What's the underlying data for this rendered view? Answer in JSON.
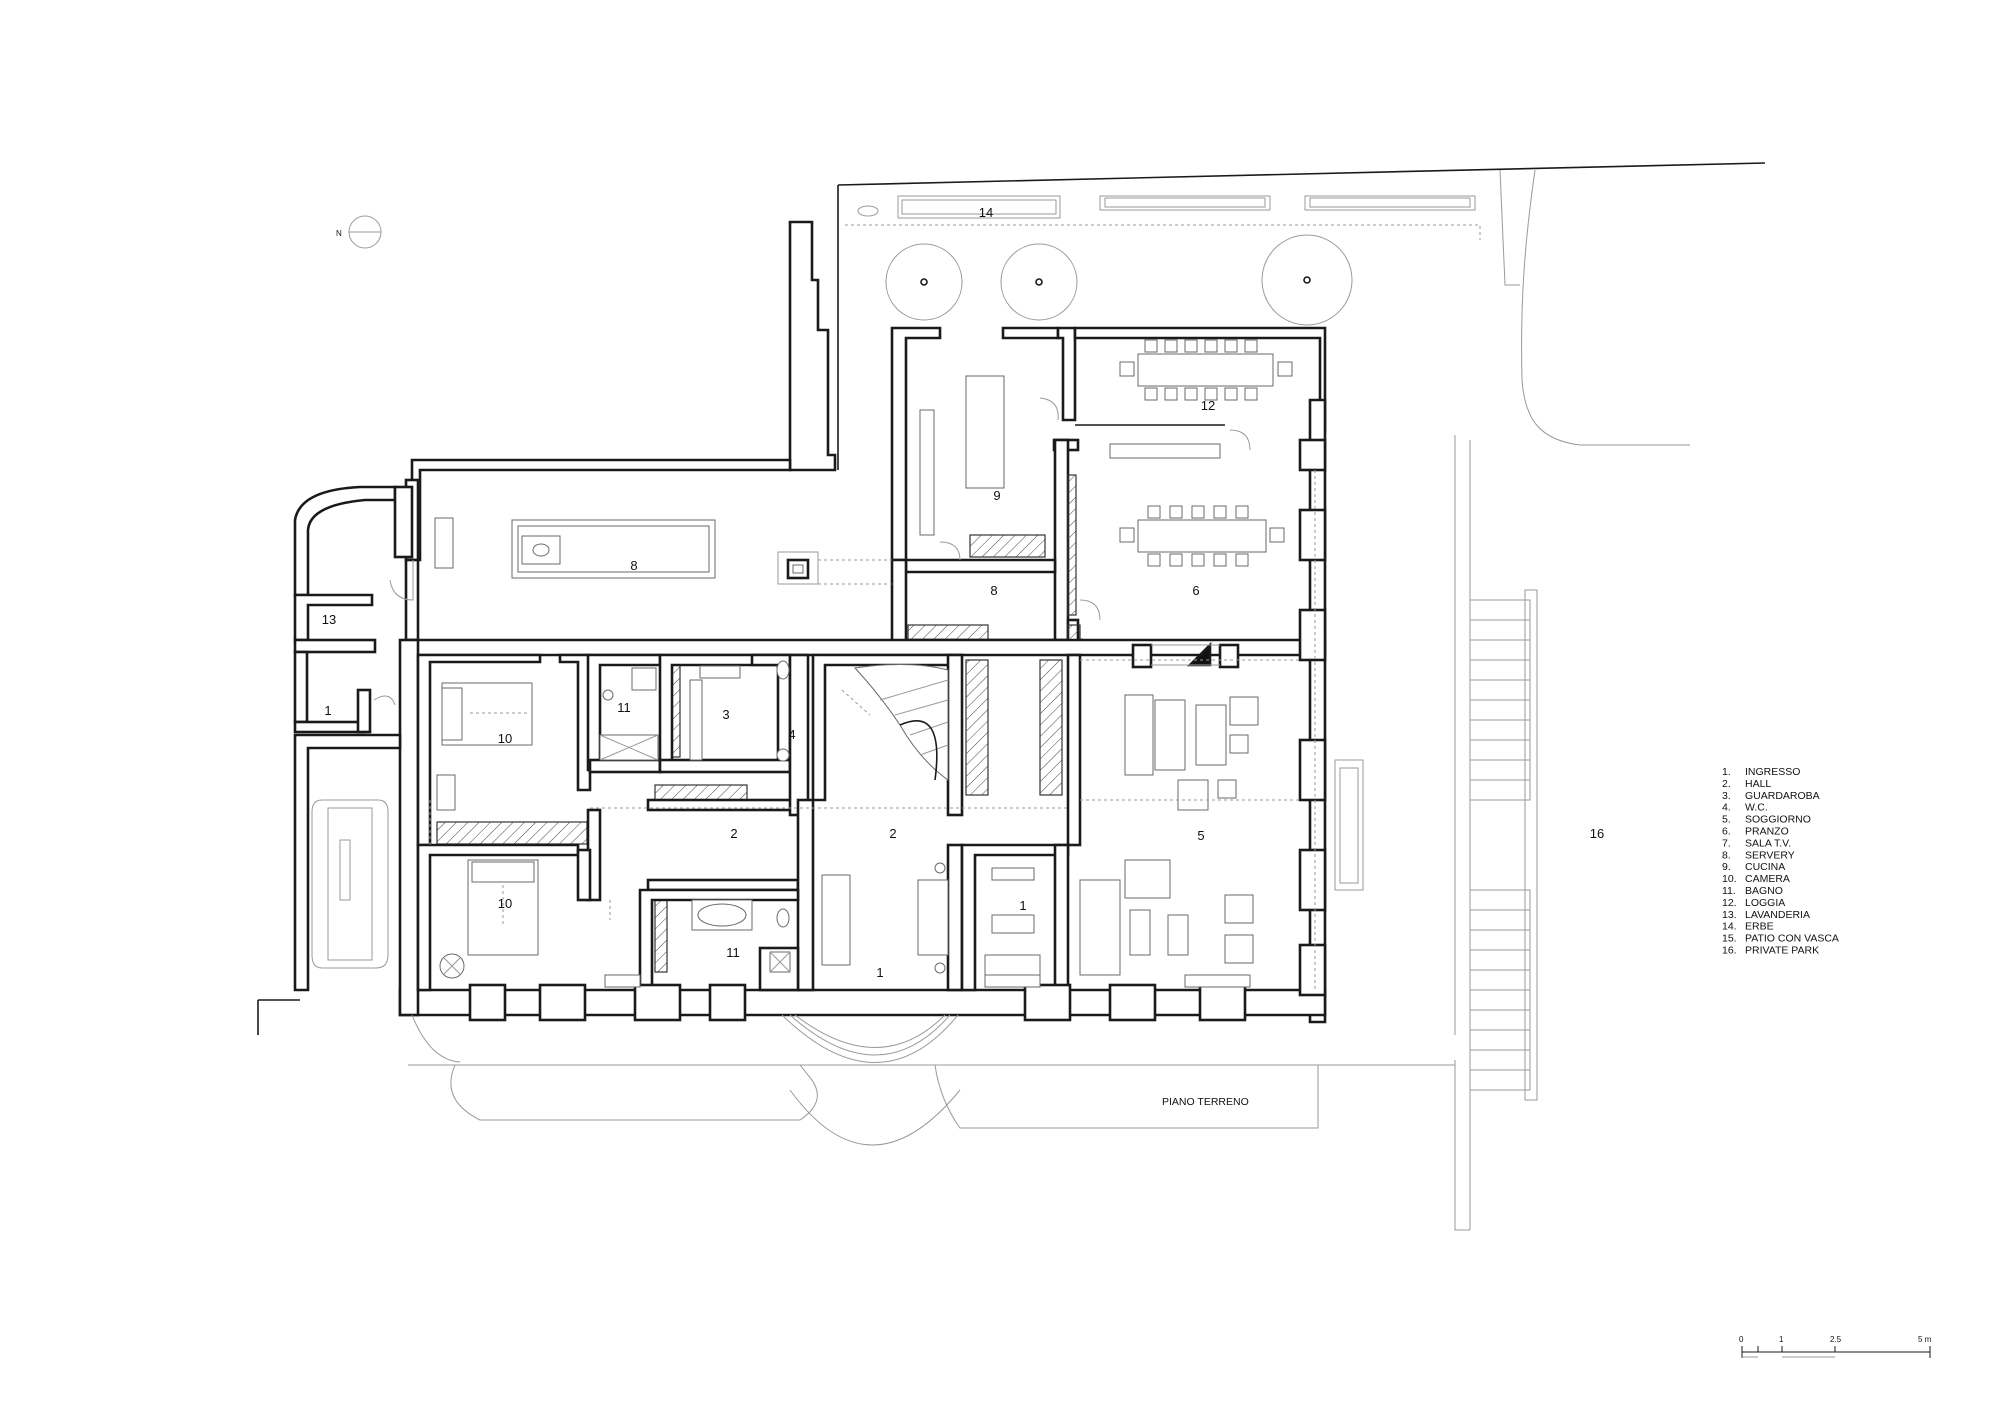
{
  "plan_title": "PIANO TERRENO",
  "north_label": "N",
  "room_labels": {
    "ingresso_a": "1",
    "ingresso_b": "1",
    "ingresso_c": "1",
    "hall_a": "2",
    "hall_b": "2",
    "guardaroba": "3",
    "wc": "4",
    "soggiorno": "5",
    "pranzo": "6",
    "servery_a": "8",
    "servery_b": "8",
    "cucina": "9",
    "camera_a": "10",
    "camera_b": "10",
    "bagno_a": "11",
    "bagno_b": "11",
    "loggia": "12",
    "lavanderia": "13",
    "erbe": "14",
    "private_park": "16"
  },
  "legend": [
    {
      "num": "1.",
      "label": "INGRESSO"
    },
    {
      "num": "2.",
      "label": "HALL"
    },
    {
      "num": "3.",
      "label": "GUARDAROBA"
    },
    {
      "num": "4.",
      "label": "W.C."
    },
    {
      "num": "5.",
      "label": "SOGGIORNO"
    },
    {
      "num": "6.",
      "label": "PRANZO"
    },
    {
      "num": "7.",
      "label": "SALA T.V."
    },
    {
      "num": "8.",
      "label": "SERVERY"
    },
    {
      "num": "9.",
      "label": "CUCINA"
    },
    {
      "num": "10.",
      "label": "CAMERA"
    },
    {
      "num": "11.",
      "label": "BAGNO"
    },
    {
      "num": "12.",
      "label": "LOGGIA"
    },
    {
      "num": "13.",
      "label": "LAVANDERIA"
    },
    {
      "num": "14.",
      "label": "ERBE"
    },
    {
      "num": "15.",
      "label": "PATIO CON VASCA"
    },
    {
      "num": "16.",
      "label": "PRIVATE PARK"
    }
  ],
  "scale_bar": {
    "ticks": [
      "0",
      "1",
      "2.5",
      "5 m"
    ]
  }
}
